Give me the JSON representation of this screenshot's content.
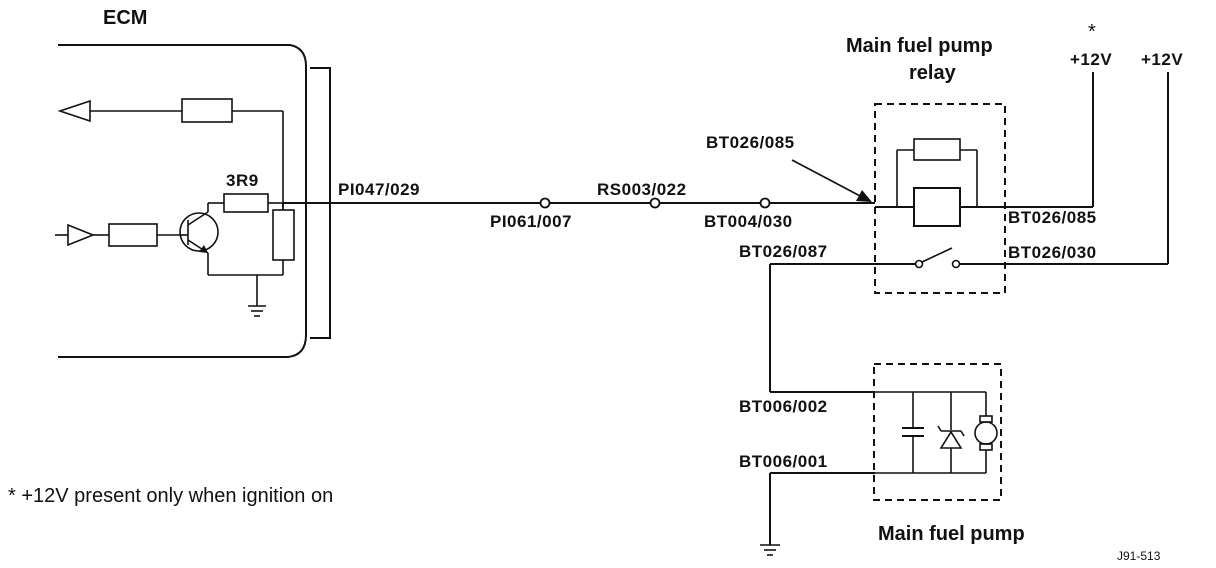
{
  "ecm": {
    "title": "ECM",
    "resistor_label": "3R9"
  },
  "relay": {
    "title_line1": "Main fuel pump",
    "title_line2": "relay"
  },
  "pump": {
    "title": "Main fuel pump"
  },
  "supply": {
    "asterisk": "*",
    "plus12v_a": "+12V",
    "plus12v_b": "+12V"
  },
  "connectors": {
    "pi047": "PI047/029",
    "pi061": "PI061/007",
    "rs003": "RS003/022",
    "bt004": "BT004/030",
    "bt026_085_left": "BT026/085",
    "bt026_085_right": "BT026/085",
    "bt026_087": "BT026/087",
    "bt026_030": "BT026/030",
    "bt006_002": "BT006/002",
    "bt006_001": "BT006/001"
  },
  "footnote": "* +12V present only when ignition on",
  "figure_ref": "J91-513"
}
